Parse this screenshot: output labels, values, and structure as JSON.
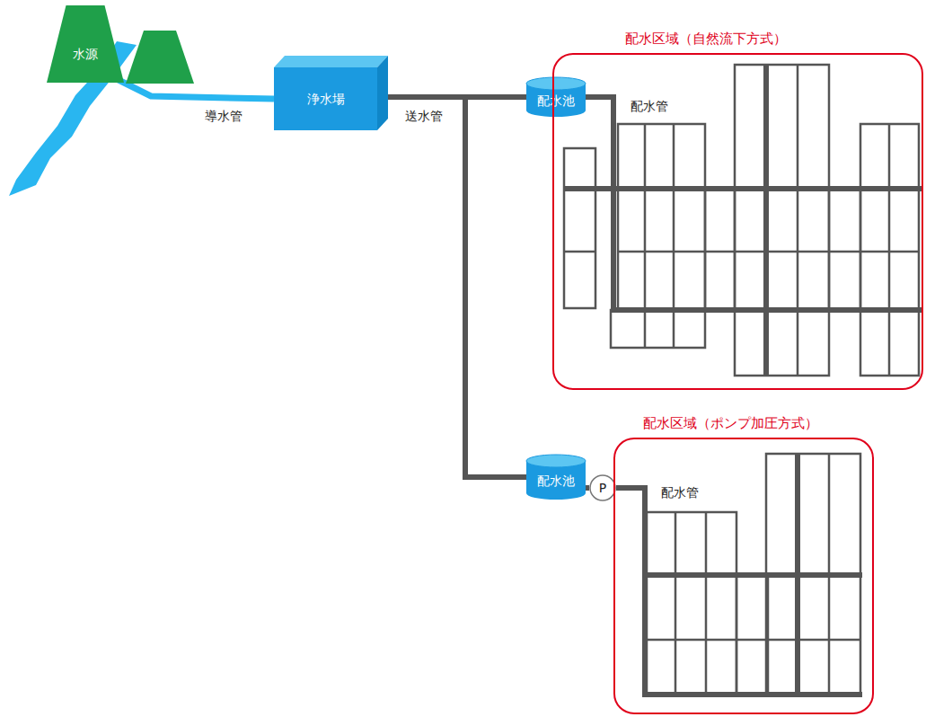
{
  "diagram": {
    "nodes": [
      {
        "text": [
          "水源"
        ]
      },
      {
        "text": [
          "浄水場"
        ]
      },
      {
        "text": [
          "配水池"
        ]
      },
      {
        "text": [
          "配水区域（自然流下方式）"
        ]
      },
      {
        "text": [
          "配水池"
        ]
      },
      {
        "text": [
          "P"
        ]
      },
      {
        "text": [
          "配水区域（ポンプ加圧方式）"
        ]
      }
    ],
    "edges": [
      {
        "from": 0,
        "to": 1,
        "label": "導水管",
        "arrow": "none"
      },
      {
        "from": 1,
        "to": 2,
        "label": "送水管",
        "arrow": "none"
      },
      {
        "from": 1,
        "to": 4,
        "arrow": "none"
      },
      {
        "from": 4,
        "to": 5,
        "arrow": "none"
      }
    ],
    "labels": [
      "配水管",
      "配水管"
    ]
  }
}
